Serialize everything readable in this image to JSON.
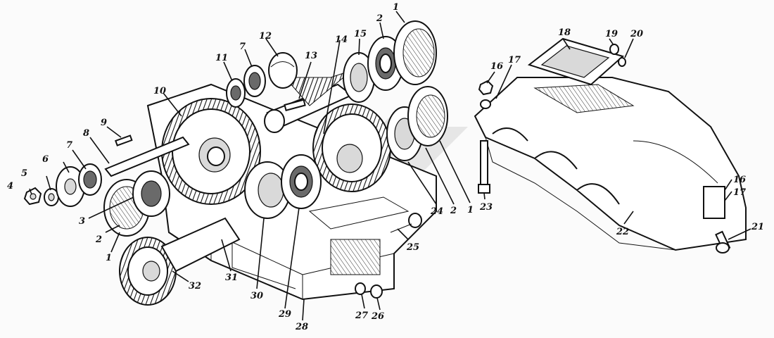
{
  "diagram": {
    "watermark_color": "#c9c9c9",
    "labels": [
      "1",
      "1",
      "1",
      "2",
      "2",
      "2",
      "3",
      "4",
      "5",
      "6",
      "7",
      "7",
      "8",
      "9",
      "10",
      "11",
      "12",
      "13",
      "14",
      "15",
      "16",
      "16",
      "17",
      "17",
      "18",
      "19",
      "20",
      "21",
      "22",
      "23",
      "24",
      "25",
      "26",
      "27",
      "28",
      "29",
      "30",
      "31",
      "32"
    ]
  }
}
